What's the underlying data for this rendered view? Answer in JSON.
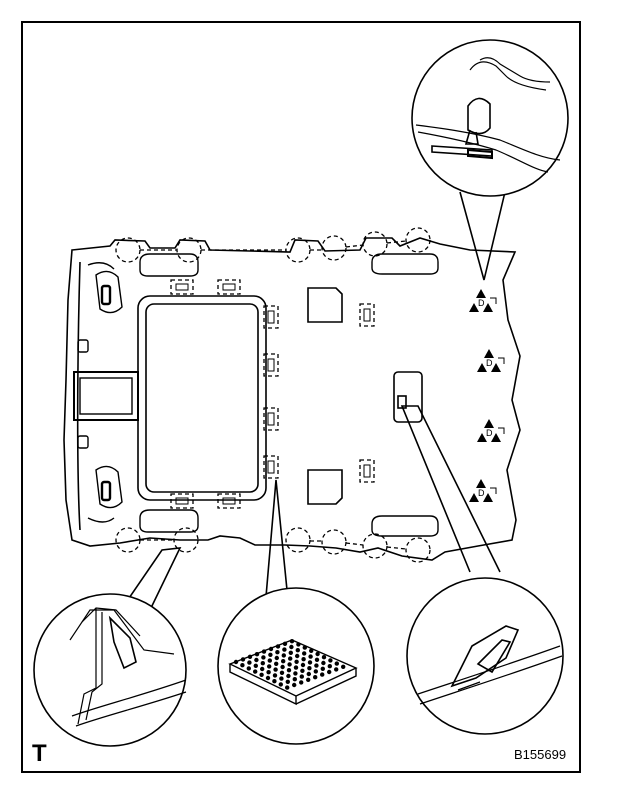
{
  "figure": {
    "corner_letter": "T",
    "figure_code": "B155699"
  },
  "callouts": [
    {
      "id": "clip-detail",
      "depicts": "clip-engagement"
    },
    {
      "id": "fastener-tape-detail",
      "depicts": "hook-and-loop-fastener"
    },
    {
      "id": "bracket-detail",
      "depicts": "bracket-hook"
    },
    {
      "id": "pin-detail",
      "depicts": "pin-clip"
    }
  ],
  "colors": {
    "line": "#000000",
    "background": "#ffffff"
  }
}
